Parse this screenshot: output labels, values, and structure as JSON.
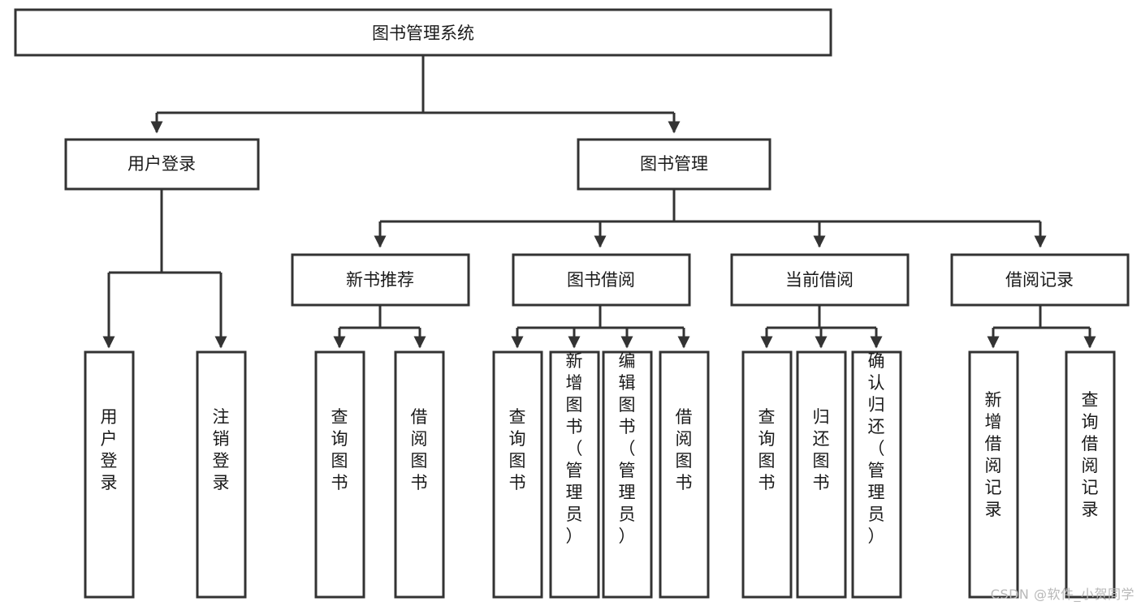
{
  "diagram": {
    "type": "tree-hierarchy-chart",
    "title": "图书管理系统",
    "colors": {
      "background": "#ffffff",
      "box_fill": "#ffffff",
      "box_stroke": "#333333",
      "text": "#1a1a1a",
      "watermark": "#b8b8b8"
    },
    "levels": {
      "root": {
        "label": "图书管理系统"
      },
      "level2": [
        {
          "label": "用户登录"
        },
        {
          "label": "图书管理"
        }
      ],
      "level3": [
        {
          "label": "新书推荐"
        },
        {
          "label": "图书借阅"
        },
        {
          "label": "当前借阅"
        },
        {
          "label": "借阅记录"
        }
      ],
      "leaves": {
        "user_login": [
          {
            "label": "用户登录"
          },
          {
            "label": "注销登录"
          }
        ],
        "new_book_recommend": [
          {
            "label": "查询图书"
          },
          {
            "label": "借阅图书"
          }
        ],
        "book_borrow": [
          {
            "label": "查询图书"
          },
          {
            "label": "新增图书（管理员）"
          },
          {
            "label": "编辑图书（管理员）"
          },
          {
            "label": "借阅图书"
          }
        ],
        "current_borrow": [
          {
            "label": "查询图书"
          },
          {
            "label": "归还图书"
          },
          {
            "label": "确认归还（管理员）"
          }
        ],
        "borrow_record": [
          {
            "label": "新增借阅记录"
          },
          {
            "label": "查询借阅记录"
          }
        ]
      }
    },
    "watermark": "CSDN @软件_小贺同学"
  }
}
